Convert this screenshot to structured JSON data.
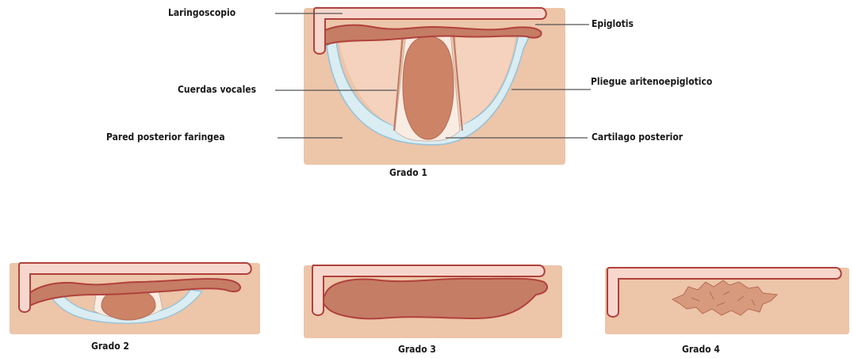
{
  "labels": {
    "laryngoscope": "Laringoscopio",
    "epiglottis": "Epiglotis",
    "vocal_cords": "Cuerdas vocales",
    "aryepiglottic_fold": "Pliegue aritenoepiglotico",
    "posterior_pharyngeal_wall": "Pared posterior faringea",
    "posterior_cartilage": "Cartilago posterior"
  },
  "grades": {
    "grade1": "Grado 1",
    "grade2": "Grado 2",
    "grade3": "Grado 3",
    "grade4": "Grado 4"
  },
  "colors": {
    "tissue_background": "#edc5a9",
    "laryngoscope_fill": "#f7d7cd",
    "outline": "#b0413c",
    "epiglottis_fill": "#c57d65",
    "glottis_fill": "#cc8366",
    "glottis_opening_fill": "#f9ece3",
    "cartilage_fill": "#d9edf3",
    "cartilage_stroke": "#93c1d8",
    "fold_fill": "#f4d2bd"
  }
}
